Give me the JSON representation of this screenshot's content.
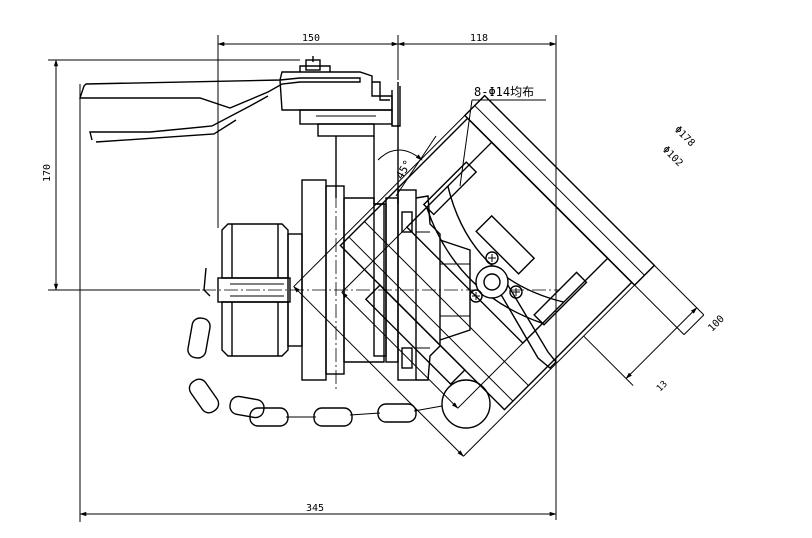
{
  "drawing": {
    "dimensions": {
      "top_left": "150",
      "top_right": "118",
      "height": "170",
      "total_width": "345",
      "outer_diameter": "Φ178",
      "inner_diameter": "Φ102",
      "length_100": "100",
      "thickness_13": "13"
    },
    "angle_label": "45°",
    "bolt_note": "8-Φ14均布"
  }
}
